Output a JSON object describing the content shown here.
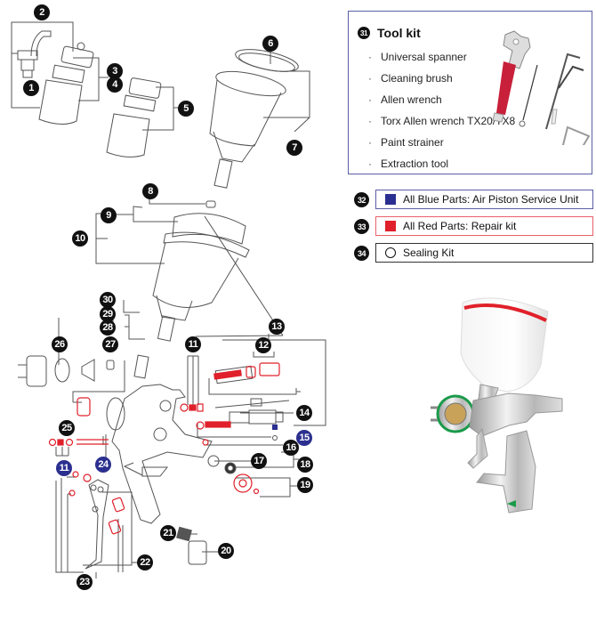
{
  "tool_kit": {
    "number": "31",
    "title": "Tool kit",
    "bullet": "·",
    "items": [
      "Universal spanner",
      "Cleaning brush",
      "Allen wrench",
      "Torx Allen wrench TX20/TX8",
      "Paint strainer",
      "Extraction tool"
    ]
  },
  "legend": [
    {
      "number": "32",
      "label": "All Blue Parts: Air Piston Service Unit",
      "marker": "blue-square",
      "color": "#2b2f8f",
      "border": "#5a5fa6"
    },
    {
      "number": "33",
      "label": "All Red Parts: Repair kit",
      "marker": "red-square",
      "color": "#e0202a",
      "border": "#e8606a"
    },
    {
      "number": "34",
      "label": "Sealing Kit",
      "marker": "open-circle",
      "color": "#111111",
      "border": "#333333"
    }
  ],
  "colors": {
    "line_art": "#555555",
    "red_parts": "#e0202a",
    "blue_parts": "#2b2f8f",
    "callout_black": "#111111"
  },
  "callouts": [
    {
      "id": "c1",
      "number": "1",
      "style": "black"
    },
    {
      "id": "c2",
      "number": "2",
      "style": "black"
    },
    {
      "id": "c3",
      "number": "3",
      "style": "black"
    },
    {
      "id": "c4",
      "number": "4",
      "style": "black"
    },
    {
      "id": "c5",
      "number": "5",
      "style": "black"
    },
    {
      "id": "c6",
      "number": "6",
      "style": "black"
    },
    {
      "id": "c7",
      "number": "7",
      "style": "black"
    },
    {
      "id": "c8",
      "number": "8",
      "style": "black"
    },
    {
      "id": "c9",
      "number": "9",
      "style": "black"
    },
    {
      "id": "c10",
      "number": "10",
      "style": "black"
    },
    {
      "id": "c11a",
      "number": "11",
      "style": "black"
    },
    {
      "id": "c11b",
      "number": "11",
      "style": "blue"
    },
    {
      "id": "c12",
      "number": "12",
      "style": "black"
    },
    {
      "id": "c13",
      "number": "13",
      "style": "black"
    },
    {
      "id": "c14",
      "number": "14",
      "style": "black"
    },
    {
      "id": "c15",
      "number": "15",
      "style": "blue"
    },
    {
      "id": "c16",
      "number": "16",
      "style": "black"
    },
    {
      "id": "c17",
      "number": "17",
      "style": "black"
    },
    {
      "id": "c18",
      "number": "18",
      "style": "black"
    },
    {
      "id": "c19",
      "number": "19",
      "style": "black"
    },
    {
      "id": "c20",
      "number": "20",
      "style": "black"
    },
    {
      "id": "c21",
      "number": "21",
      "style": "black"
    },
    {
      "id": "c22",
      "number": "22",
      "style": "black"
    },
    {
      "id": "c23",
      "number": "23",
      "style": "black"
    },
    {
      "id": "c24",
      "number": "24",
      "style": "blue"
    },
    {
      "id": "c25",
      "number": "25",
      "style": "black"
    },
    {
      "id": "c26",
      "number": "26",
      "style": "black"
    },
    {
      "id": "c27",
      "number": "27",
      "style": "black"
    },
    {
      "id": "c28",
      "number": "28",
      "style": "black"
    },
    {
      "id": "c29",
      "number": "29",
      "style": "black"
    },
    {
      "id": "c30",
      "number": "30",
      "style": "black"
    }
  ]
}
